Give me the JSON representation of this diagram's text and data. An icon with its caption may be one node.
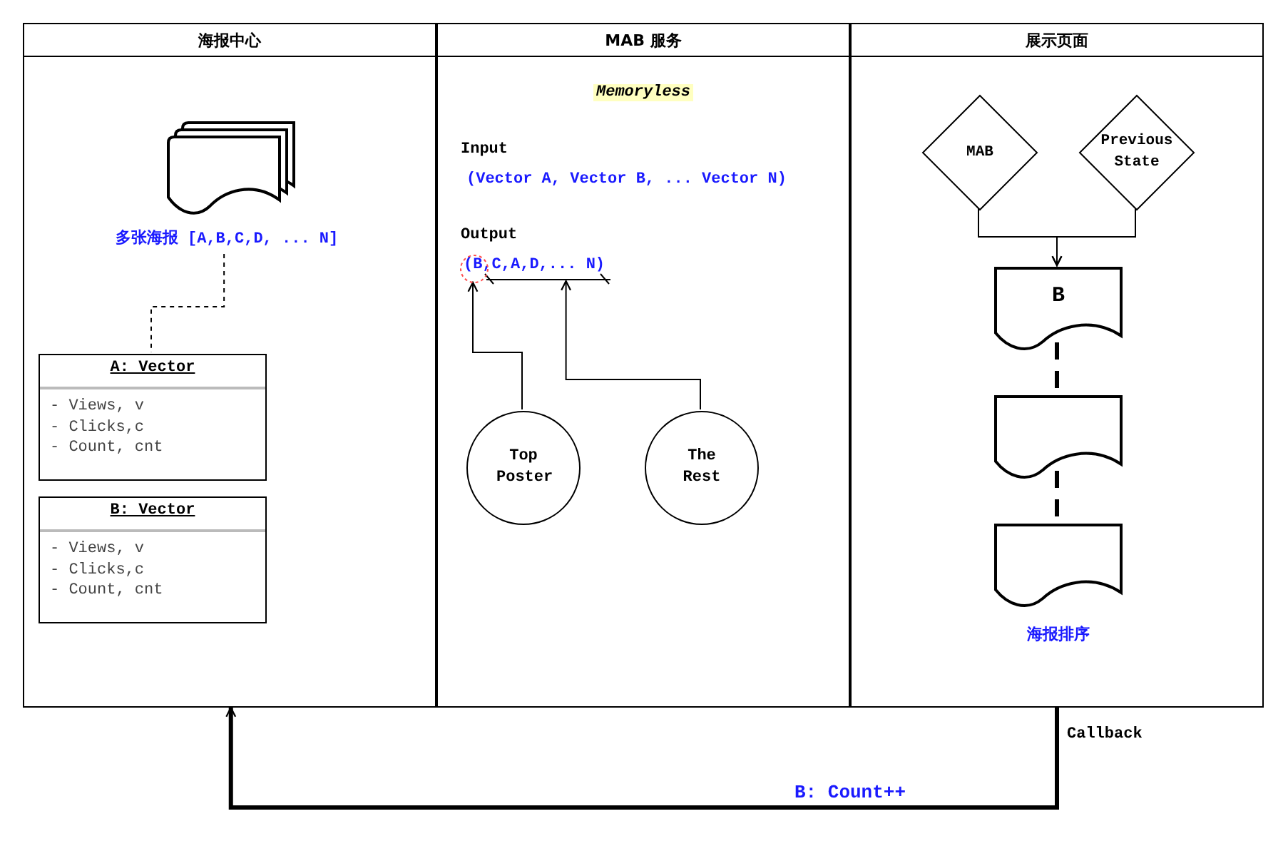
{
  "diagram": {
    "nodes": [
      {
        "text": [
          "海报中心"
        ]
      },
      {
        "text": [
          "MAB 服务"
        ]
      },
      {
        "text": [
          "展示页面"
        ]
      },
      {
        "text": [
          "多张海报 [A,B,C,D, ... N]"
        ],
        "in": 0
      },
      {
        "text": [
          "A: Vector",
          "- Views, v",
          "- Clicks,c",
          "- Count, cnt"
        ],
        "in": 0
      },
      {
        "text": [
          "B: Vector",
          "- Views, v",
          "- Clicks,c",
          "- Count, cnt"
        ],
        "in": 0
      },
      {
        "text": [
          "(B,C,A,D,... N)"
        ],
        "in": 1
      },
      {
        "text": [],
        "shape": "circle",
        "in": 1
      },
      {
        "text": [
          "Top Poster"
        ],
        "in": 1
      },
      {
        "text": [
          "The Rest"
        ],
        "in": 1
      },
      {
        "text": [
          "MAB"
        ],
        "in": 2
      },
      {
        "text": [
          "Previous State"
        ],
        "in": 2
      },
      {
        "text": [
          "B"
        ],
        "in": 2
      },
      {
        "text": [],
        "shape": "document",
        "in": 2
      },
      {
        "text": [],
        "shape": "document",
        "in": 2,
        "beside": [
          "海报排序"
        ]
      }
    ],
    "edges": [
      {
        "from": 3,
        "to": 4,
        "arrow": "none",
        "style": "dashed"
      },
      {
        "from": 8,
        "to": 7,
        "arrow": "to"
      },
      {
        "from": 9,
        "to": 6,
        "arrow": "to"
      },
      {
        "from": 10,
        "to": 12,
        "arrow": "to"
      },
      {
        "from": 11,
        "to": 12,
        "arrow": "to"
      },
      {
        "from": 12,
        "to": 13,
        "arrow": "none",
        "style": "dashed"
      },
      {
        "from": 13,
        "to": 14,
        "arrow": "none",
        "style": "dashed"
      },
      {
        "from": 2,
        "to": 0,
        "arrow": "to",
        "style": "thick",
        "label": "B: Count++"
      }
    ],
    "labels": [
      "Memoryless",
      "Input",
      "(Vector A, Vector B, ... Vector N)",
      "Output",
      "Callback"
    ]
  }
}
